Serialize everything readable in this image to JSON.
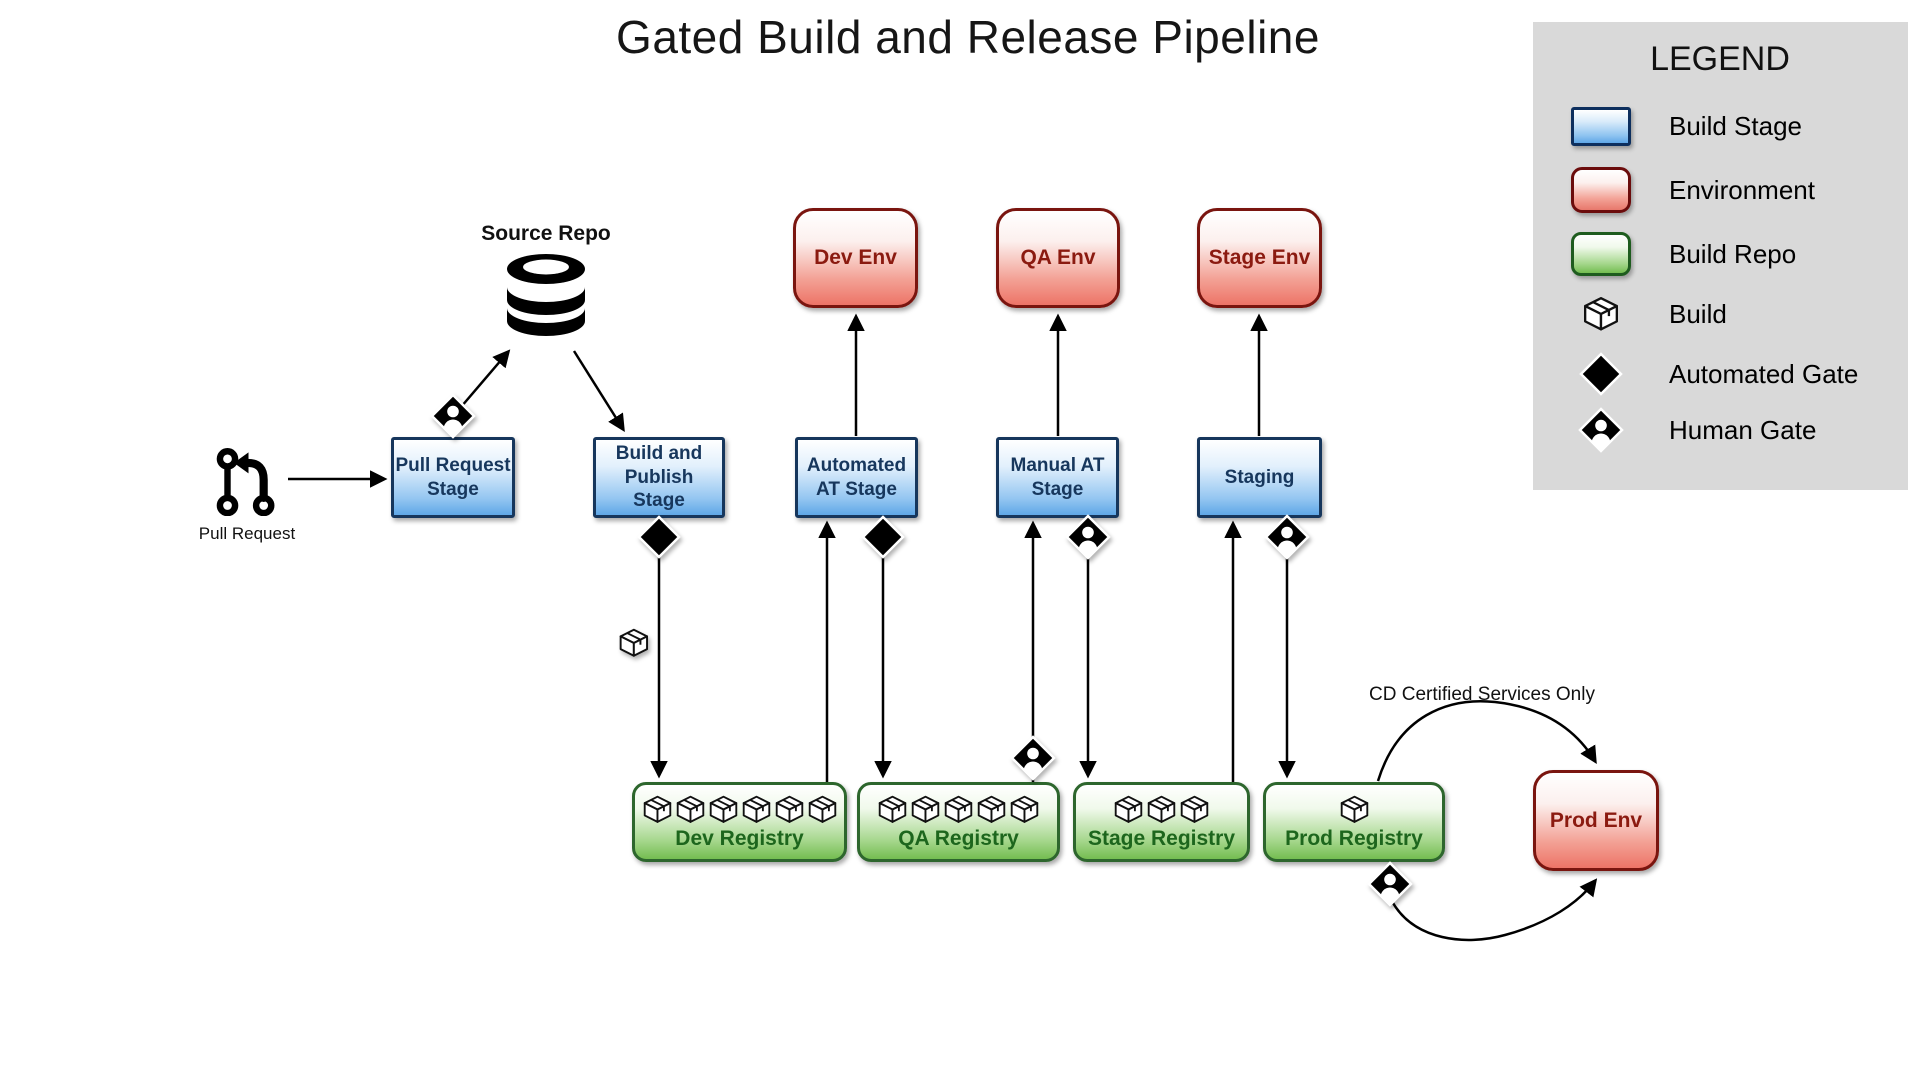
{
  "title": "Gated Build and Release Pipeline",
  "legend": {
    "title": "LEGEND",
    "items": [
      {
        "icon": "blue-swatch",
        "label": "Build Stage"
      },
      {
        "icon": "red-swatch",
        "label": "Environment"
      },
      {
        "icon": "green-swatch",
        "label": "Build Repo"
      },
      {
        "icon": "package",
        "label": "Build"
      },
      {
        "icon": "automated-gate",
        "label": "Automated Gate"
      },
      {
        "icon": "human-gate",
        "label": "Human Gate"
      }
    ]
  },
  "pipeline": {
    "pull_request_label": "Pull Request",
    "source_repo_label": "Source Repo",
    "stages": [
      {
        "label": "Pull Request\nStage"
      },
      {
        "label": "Build and\nPublish\nStage"
      },
      {
        "label": "Automated\nAT Stage"
      },
      {
        "label": "Manual AT\nStage"
      },
      {
        "label": "Staging"
      }
    ],
    "environments": [
      {
        "label": "Dev Env"
      },
      {
        "label": "QA Env"
      },
      {
        "label": "Stage Env"
      },
      {
        "label": "Prod Env"
      }
    ],
    "registries": [
      {
        "label": "Dev Registry",
        "build_count": 6
      },
      {
        "label": "QA Registry",
        "build_count": 5
      },
      {
        "label": "Stage Registry",
        "build_count": 3
      },
      {
        "label": "Prod Registry",
        "build_count": 1
      }
    ],
    "prod_annotation": "CD Certified Services Only",
    "edges": [
      {
        "from": "Pull Request",
        "to": "Pull Request Stage"
      },
      {
        "from": "Pull Request Stage",
        "to": "Source Repo",
        "gate": "human"
      },
      {
        "from": "Source Repo",
        "to": "Build and Publish Stage"
      },
      {
        "from": "Build and Publish Stage",
        "to": "Dev Registry",
        "gate": "automated",
        "carries": "build"
      },
      {
        "from": "Dev Registry",
        "to": "Automated AT Stage"
      },
      {
        "from": "Automated AT Stage",
        "to": "Dev Env"
      },
      {
        "from": "Automated AT Stage",
        "to": "QA Registry",
        "gate": "automated"
      },
      {
        "from": "QA Registry",
        "to": "Manual AT Stage",
        "gate": "human"
      },
      {
        "from": "Manual AT Stage",
        "to": "QA Env"
      },
      {
        "from": "Manual AT Stage",
        "to": "Stage Registry",
        "gate": "human"
      },
      {
        "from": "Stage Registry",
        "to": "Staging"
      },
      {
        "from": "Staging",
        "to": "Stage Env"
      },
      {
        "from": "Staging",
        "to": "Prod Registry",
        "gate": "human"
      },
      {
        "from": "Prod Registry",
        "to": "Prod Env",
        "label": "CD Certified Services Only"
      },
      {
        "from": "Prod Registry",
        "to": "Prod Env",
        "gate": "human"
      }
    ]
  },
  "colors": {
    "stage_border": "#16365c",
    "stage_fill_bottom": "#5fa7e7",
    "stage_text": "#17375d",
    "env_border": "#7a150f",
    "env_fill_bottom": "#ed7467",
    "env_text": "#8b1a10",
    "registry_border": "#2d662d",
    "registry_fill_bottom": "#74bd51",
    "registry_text": "#1d661d",
    "legend_background": "#d9d9d9",
    "connector": "#000000"
  }
}
